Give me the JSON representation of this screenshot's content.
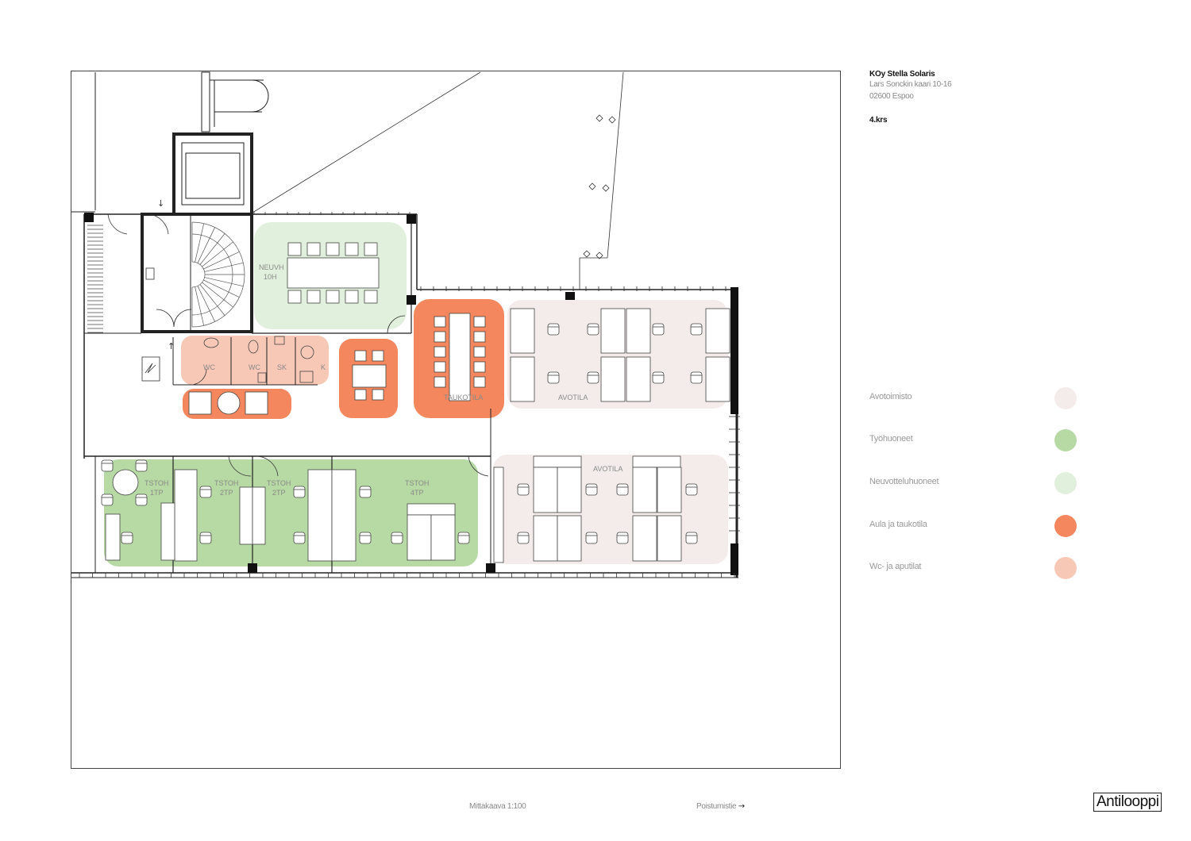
{
  "project": {
    "company": "KOy Stella Solaris",
    "address_line1": "Lars Sonckin kaari 10-16",
    "address_line2": "02600 Espoo",
    "floor": "4.krs"
  },
  "legend": [
    {
      "label": "Avotoimisto",
      "color": "#f3ecea"
    },
    {
      "label": "Työhuoneet",
      "color": "#b7d9a3"
    },
    {
      "label": "Neuvotteluhuoneet",
      "color": "#e1f0dc"
    },
    {
      "label": "Aula ja taukotila",
      "color": "#f4875d"
    },
    {
      "label": "Wc- ja aputilat",
      "color": "#f8c8b6"
    }
  ],
  "rooms": {
    "neuvh": {
      "name": "NEUVH",
      "size": "10H"
    },
    "wc1": "WC",
    "wc2": "WC",
    "sk": "SK",
    "k": "K",
    "taukotila": "TAUKOTILA",
    "avotila_top": "AVOTILA",
    "avotila_bottom": "AVOTILA",
    "tstoh1": {
      "name": "TSTOH",
      "size": "1TP"
    },
    "tstoh2a": {
      "name": "TSTOH",
      "size": "2TP"
    },
    "tstoh2b": {
      "name": "TSTOH",
      "size": "2TP"
    },
    "tstoh4": {
      "name": "TSTOH",
      "size": "4TP"
    }
  },
  "footer": {
    "scale": "Mittakaava 1:100",
    "nav": "Poistumistie",
    "arrow": "→",
    "logo": "Antilooppi"
  }
}
